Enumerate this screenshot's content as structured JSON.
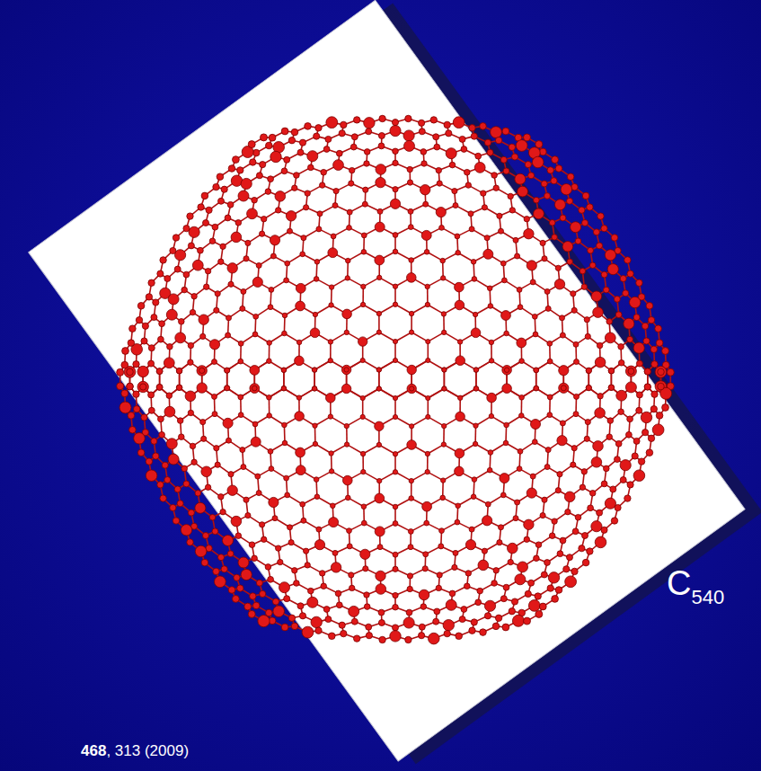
{
  "diagram": {
    "labels": [
      "C",
      "540",
      "468",
      ", 313 (2009)"
    ]
  }
}
